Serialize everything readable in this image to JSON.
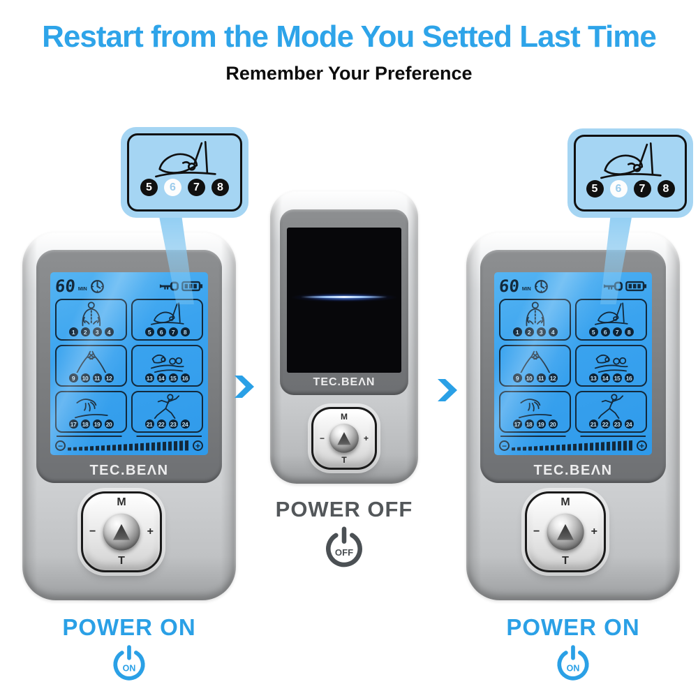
{
  "header": {
    "title": "Restart from the Mode You Setted Last Time",
    "subtitle": "Remember Your Preference"
  },
  "callout": {
    "icon": "acupuncture-hand-icon",
    "numbers": [
      "5",
      "6",
      "7",
      "8"
    ],
    "highlighted": "6"
  },
  "device_on": {
    "brand": "TEC.BEΛN",
    "status": {
      "timer_value": "60",
      "timer_unit": "MIN",
      "clock_icon": "clock-icon",
      "lock_icon": "key-lock-icon",
      "battery_icon": "battery-icon",
      "battery_segments": 3
    },
    "mode_panels": [
      {
        "icon": "back-massage-icon",
        "numbers": [
          "1",
          "2",
          "3",
          "4"
        ]
      },
      {
        "icon": "acupuncture-icon",
        "numbers": [
          "5",
          "6",
          "7",
          "8"
        ]
      },
      {
        "icon": "kneading-hands-icon",
        "numbers": [
          "9",
          "10",
          "11",
          "12"
        ]
      },
      {
        "icon": "cupping-massage-icon",
        "numbers": [
          "13",
          "14",
          "15",
          "16"
        ]
      },
      {
        "icon": "scraping-hand-icon",
        "numbers": [
          "17",
          "18",
          "19",
          "20"
        ]
      },
      {
        "icon": "exercise-figure-icon",
        "numbers": [
          "21",
          "22",
          "23",
          "24"
        ]
      }
    ],
    "intensity": {
      "minus": "−",
      "plus": "+"
    }
  },
  "device_off": {
    "brand": "TEC.BEΛN"
  },
  "controls": {
    "mode": "M",
    "minus": "−",
    "plus": "+",
    "timer": "T"
  },
  "power": {
    "on_label": "POWER ON",
    "off_label": "POWER OFF",
    "on_badge": "ON",
    "off_badge": "OFF"
  },
  "colors": {
    "accent_blue": "#2ea4e9",
    "power_off_gray": "#53575a",
    "screen_blue": "#38a3f0",
    "bubble_blue": "#a5d5f3",
    "icon_dark": "#13293b"
  }
}
